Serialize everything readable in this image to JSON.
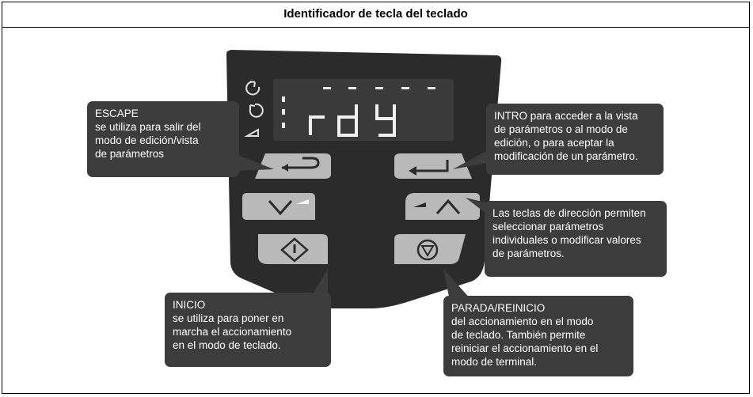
{
  "title": "Identificador de tecla del teclado",
  "display": {
    "readout": "rdY",
    "dashes": "- - - - -"
  },
  "callouts": {
    "escape": [
      "ESCAPE",
      "se utiliza para salir del",
      "modo de edición/vista",
      "de parámetros"
    ],
    "enter": [
      "INTRO para acceder a la vista",
      "de parámetros o al modo de",
      "edición, o para aceptar la",
      "modificación de un parámetro."
    ],
    "arrows": [
      "Las teclas de dirección permiten",
      "seleccionar parámetros",
      "individuales o modificar valores",
      "de parámetros."
    ],
    "start": [
      "INICIO",
      "se utiliza para poner en",
      "marcha el accionamiento",
      "en el modo de teclado."
    ],
    "stop": [
      "PARADA/REINICIO",
      "del accionamiento en el modo",
      "de teclado. También permite",
      "reiniciar el accionamiento en el",
      "modo de terminal."
    ]
  },
  "colors": {
    "panel": "#2b2b2b",
    "display": "#3a3a3a",
    "button": "#b9b9b9",
    "callout": "#3c3c3c"
  }
}
